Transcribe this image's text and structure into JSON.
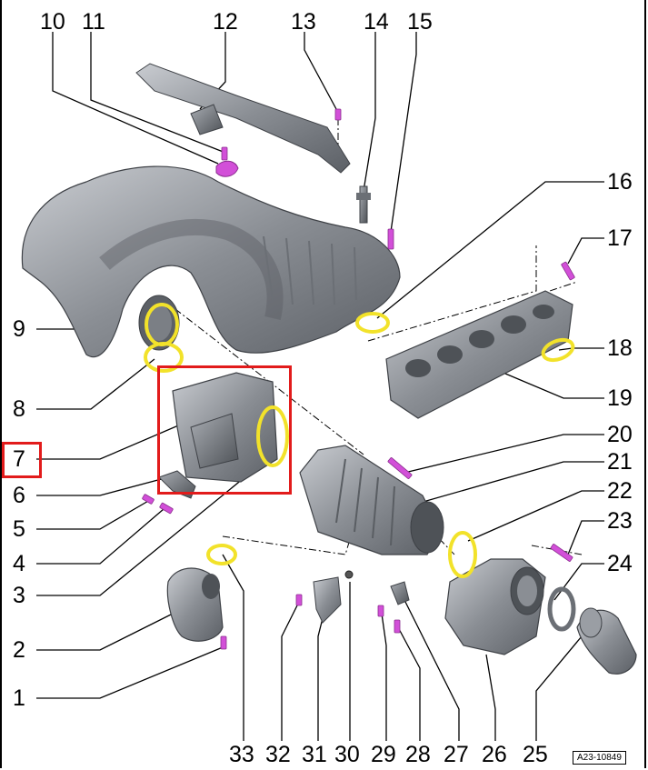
{
  "diagram": {
    "reference_code": "A23-10849",
    "highlight_color": "#e21b1b",
    "part_color": "#8a8e94",
    "seal_color": "#f2e22a",
    "bolt_color": "#d24fd8",
    "labels": {
      "l1": "1",
      "l2": "2",
      "l3": "3",
      "l4": "4",
      "l5": "5",
      "l6": "6",
      "l7": "7",
      "l8": "8",
      "l9": "9",
      "l10": "10",
      "l11": "11",
      "l12": "12",
      "l13": "13",
      "l14": "14",
      "l15": "15",
      "l16": "16",
      "l17": "17",
      "l18": "18",
      "l19": "19",
      "l20": "20",
      "l21": "21",
      "l22": "22",
      "l23": "23",
      "l24": "24",
      "l25": "25",
      "l26": "26",
      "l27": "27",
      "l28": "28",
      "l29": "29",
      "l30": "30",
      "l31": "31",
      "l32": "32",
      "l33": "33"
    }
  }
}
